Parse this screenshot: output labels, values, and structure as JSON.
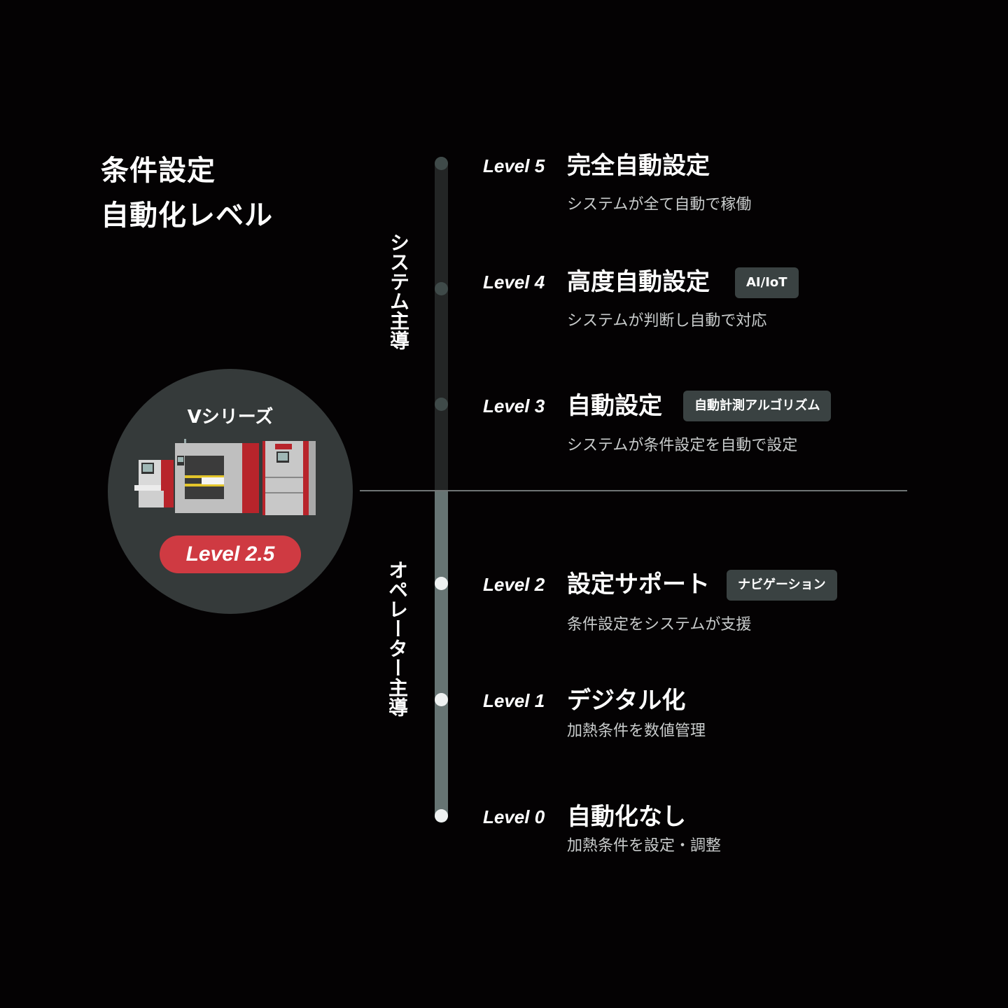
{
  "page": {
    "title_line1": "条件設定",
    "title_line2": "自動化レベル"
  },
  "product": {
    "name": "Vシリーズ",
    "level": "Level 2.5",
    "image": "machine-lineup-image"
  },
  "groups": {
    "system": "システム主導",
    "operator": "オペレーター主導"
  },
  "levels": [
    {
      "num": "Level 5",
      "title": "完全自動設定",
      "desc": "システムが全て自動で稼働",
      "tag": null
    },
    {
      "num": "Level 4",
      "title": "高度自動設定",
      "desc": "システムが判断し自動で対応",
      "tag": "AI/IoT"
    },
    {
      "num": "Level 3",
      "title": "自動設定",
      "desc": "システムが条件設定を自動で設定",
      "tag": "自動計測アルゴリズム"
    },
    {
      "num": "Level 2",
      "title": "設定サポート",
      "desc": "条件設定をシステムが支援",
      "tag": "ナビゲーション"
    },
    {
      "num": "Level 1",
      "title": "デジタル化",
      "desc": "加熱条件を数値管理",
      "tag": null
    },
    {
      "num": "Level 0",
      "title": "自動化なし",
      "desc": "加熱条件を設定・調整",
      "tag": null
    }
  ],
  "colors": {
    "background": "#040203",
    "accent_red": "#cf3a42",
    "circle_bg": "#353a3a",
    "tag_bg": "#3a4242",
    "track_system": "#232525",
    "track_operator": "#667473",
    "node_system": "#3f4a49",
    "node_operator": "#eef1f1",
    "divider": "#6f7474"
  }
}
